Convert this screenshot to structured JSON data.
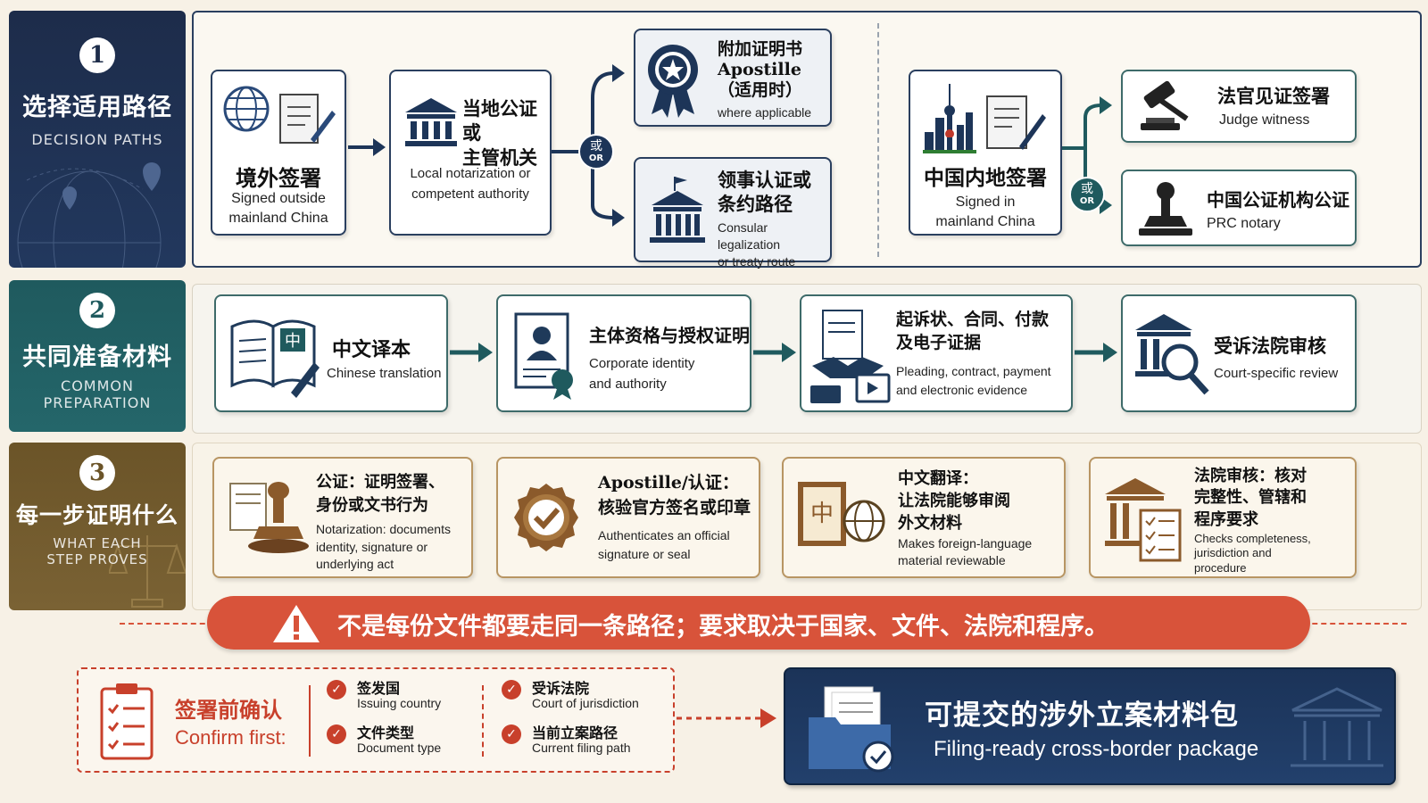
{
  "sections": [
    {
      "number": "1",
      "title_zh": "选择适用路径",
      "title_en": "DECISION PATHS"
    },
    {
      "number": "2",
      "title_zh": "共同准备材料",
      "title_en": "COMMON\nPREPARATION"
    },
    {
      "number": "3",
      "title_zh": "每一步证明什么",
      "title_en": "WHAT EACH\nSTEP PROVES"
    }
  ],
  "decision": {
    "signed_outside": {
      "zh": "境外签署",
      "en": "Signed outside\nmainland China"
    },
    "local_notarization": {
      "zh": "当地公证或\n主管机关",
      "en": "Local notarization or\ncompetent authority"
    },
    "or_zh": "或",
    "or_en": "OR",
    "apostille": {
      "zh": "附加证明书\nApostille\n（适用时）",
      "en": "where applicable"
    },
    "consular": {
      "zh": "领事认证或\n条约路径",
      "en": "Consular legalization\nor treaty route"
    },
    "signed_in": {
      "zh": "中国内地签署",
      "en": "Signed in\nmainland China"
    },
    "judge": {
      "zh": "法官见证签署",
      "en": "Judge witness"
    },
    "prc_notary": {
      "zh": "中国公证机构公证",
      "en": "PRC notary"
    }
  },
  "preparation": [
    {
      "zh": "中文译本",
      "en": "Chinese translation",
      "icon": "book-translation-icon"
    },
    {
      "zh": "主体资格与授权证明",
      "en": "Corporate identity\nand authority",
      "icon": "id-certificate-icon"
    },
    {
      "zh": "起诉状、合同、付款\n及电子证据",
      "en": "Pleading, contract, payment\nand electronic evidence",
      "icon": "documents-handshake-icon"
    },
    {
      "zh": "受诉法院审核",
      "en": "Court-specific review",
      "icon": "court-magnifier-icon"
    }
  ],
  "proves": [
    {
      "zh": "公证：证明签署、\n身份或文书行为",
      "en": "Notarization: documents\nidentity, signature or\nunderlying act",
      "icon": "stamp-icon"
    },
    {
      "zh": "Apostille/认证：\n核验官方签名或印章",
      "en": "Authenticates an official\nsignature or seal",
      "icon": "check-seal-icon"
    },
    {
      "zh": "中文翻译：\n让法院能够审阅\n外文材料",
      "en": "Makes foreign-language\nmaterial reviewable",
      "icon": "book-globe-icon"
    },
    {
      "zh": "法院审核：核对\n完整性、管辖和\n程序要求",
      "en": "Checks completeness,\njurisdiction and\nprocedure",
      "icon": "court-checklist-icon"
    }
  ],
  "warning": "不是每份文件都要走同一条路径；要求取决于国家、文件、法院和程序。",
  "confirm": {
    "title_zh": "签署前确认",
    "title_en": "Confirm first:",
    "items": [
      {
        "zh": "签发国",
        "en": "Issuing country"
      },
      {
        "zh": "文件类型",
        "en": "Document type"
      },
      {
        "zh": "受诉法院",
        "en": "Court of jurisdiction"
      },
      {
        "zh": "当前立案路径",
        "en": "Current filing path"
      }
    ]
  },
  "package": {
    "zh": "可提交的涉外立案材料包",
    "en": "Filing-ready cross-border package"
  },
  "colors": {
    "navy": "#1d2c4a",
    "teal": "#1f5a5e",
    "brown": "#6b5428",
    "warning_red": "#d8533a",
    "package_navy": "#1b3358"
  }
}
